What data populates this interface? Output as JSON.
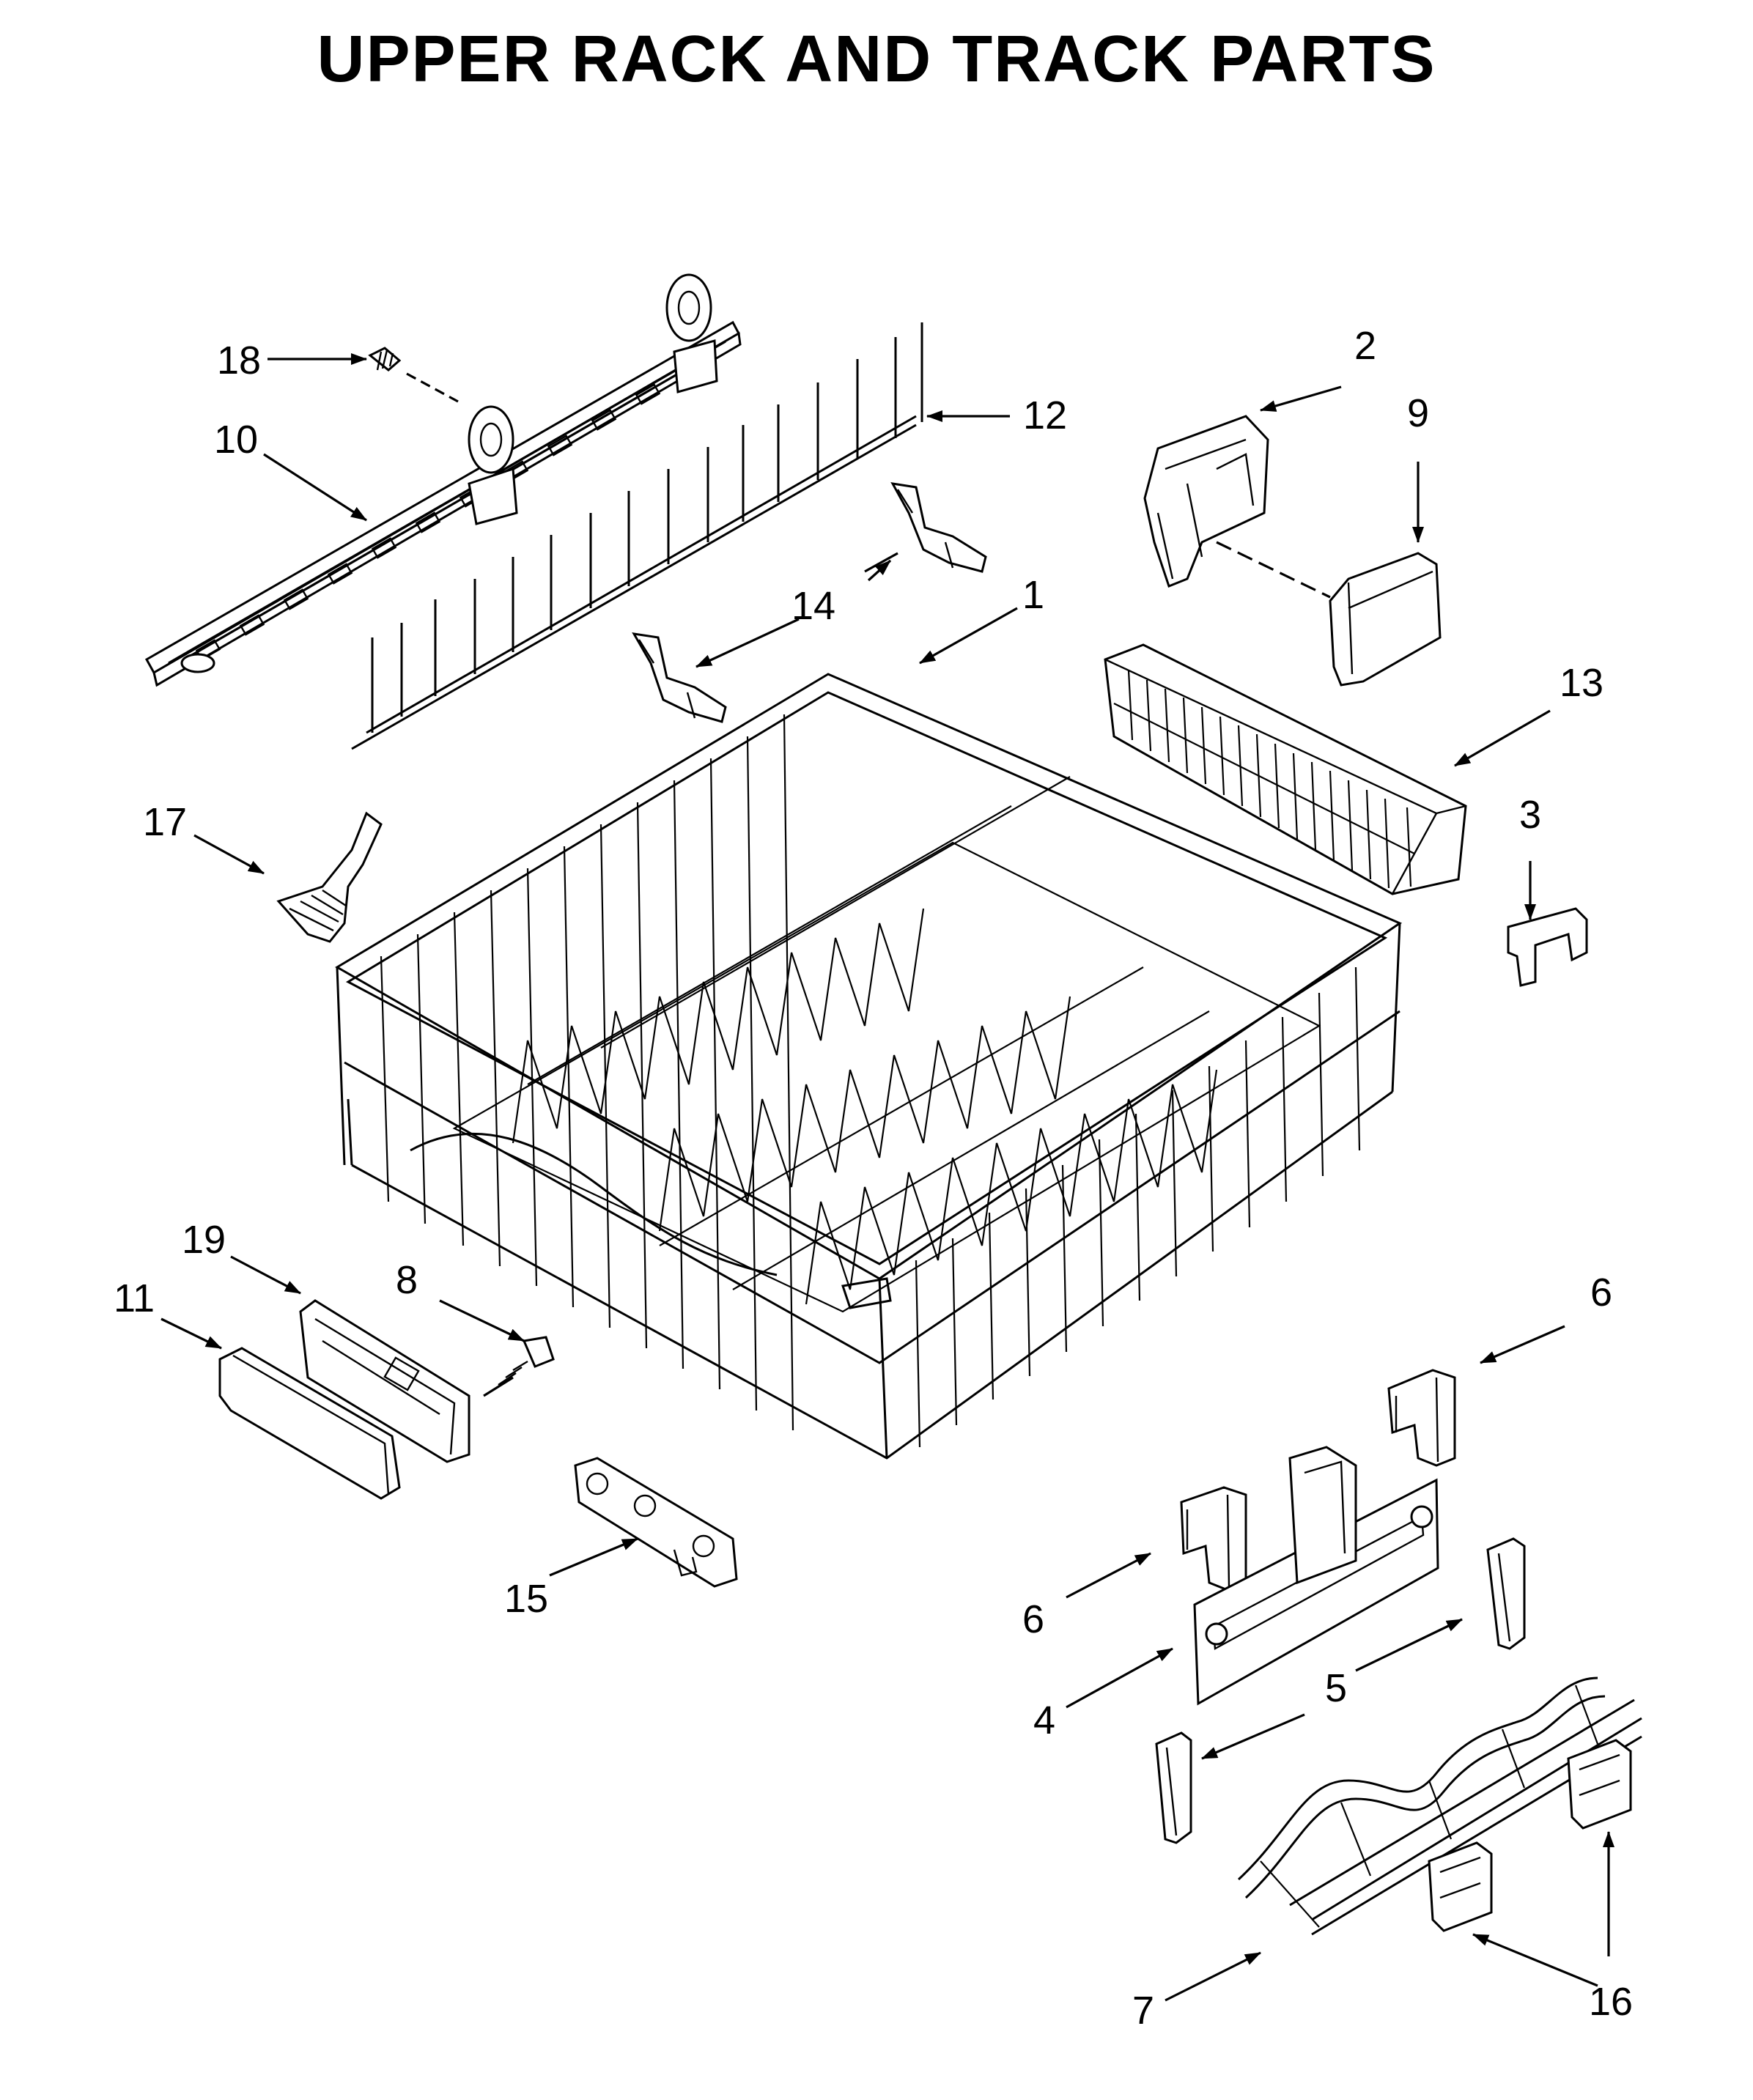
{
  "title": "UPPER RACK AND TRACK PARTS",
  "callouts": {
    "c1": "1",
    "c2": "2",
    "c3": "3",
    "c4": "4",
    "c5": "5",
    "c6a": "6",
    "c6b": "6",
    "c7": "7",
    "c8": "8",
    "c9": "9",
    "c10": "10",
    "c11": "11",
    "c12": "12",
    "c13": "13",
    "c14": "14",
    "c15": "15",
    "c16": "16",
    "c17": "17",
    "c18": "18",
    "c19": "19"
  }
}
